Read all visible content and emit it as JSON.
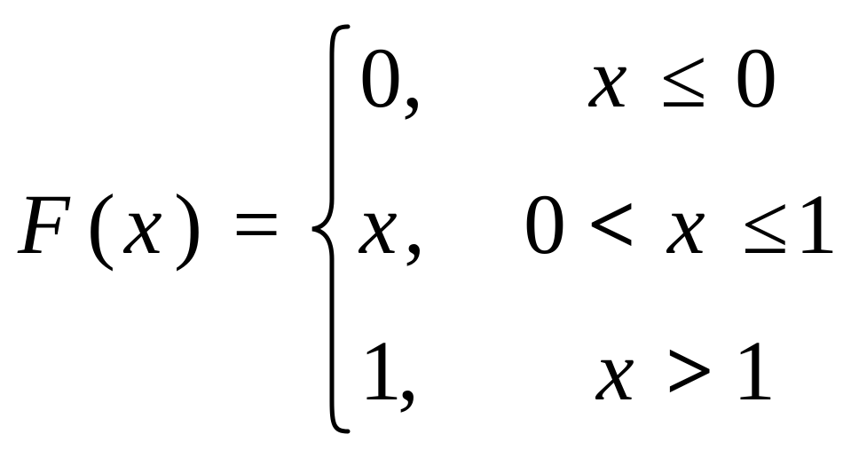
{
  "equation": {
    "lhs": {
      "function_name": "F",
      "open_paren": "(",
      "variable": "x",
      "close_paren": ")",
      "equals": "="
    },
    "cases": [
      {
        "value": "0",
        "comma": ",",
        "condition": {
          "parts": [
            "x",
            "≤",
            "0"
          ]
        }
      },
      {
        "value": "x",
        "comma": ",",
        "condition": {
          "parts": [
            "0",
            "<",
            "x",
            "≤",
            "1"
          ]
        }
      },
      {
        "value": "1",
        "comma": ",",
        "condition": {
          "parts": [
            "x",
            ">",
            "1"
          ]
        }
      }
    ]
  }
}
